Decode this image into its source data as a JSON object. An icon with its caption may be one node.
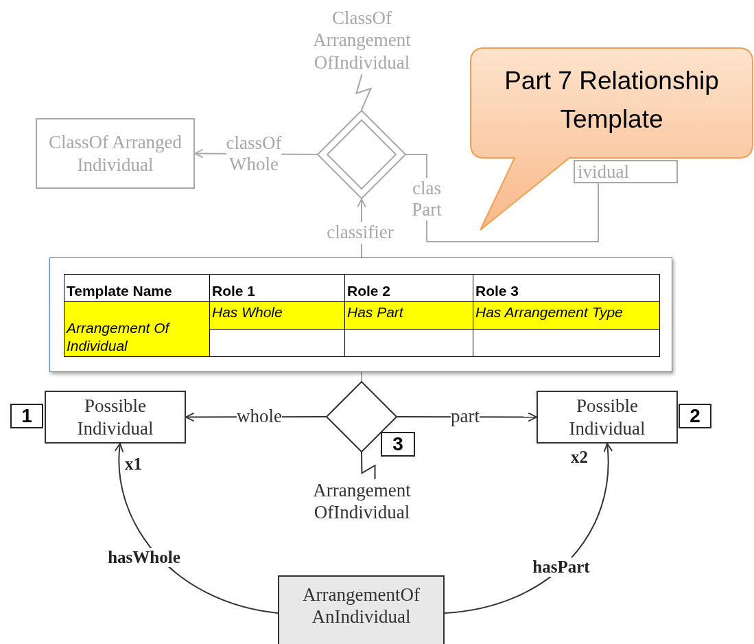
{
  "diagram": {
    "nodes": [
      {
        "text": [
          "ClassOf Arrangement OfIndividual"
        ]
      },
      {
        "text": [
          "ClassOf Arranged Individual"
        ]
      },
      {
        "text": [],
        "shape": "diamond"
      },
      {
        "text": [
          "ividual"
        ]
      },
      {
        "text": [],
        "shape": "diamond",
        "beside": [
          "3"
        ]
      },
      {
        "text": [
          "Arrangement OfIndividual"
        ]
      },
      {
        "text": [
          "Possible Individual"
        ],
        "beside": [
          "1",
          "x1"
        ]
      },
      {
        "text": [
          "Possible Individual"
        ],
        "beside": [
          "2",
          "x2"
        ]
      },
      {
        "text": [
          "ArrangementOf AnIndividual"
        ]
      },
      {
        "text": [
          "Part 7 Relationship Template"
        ]
      }
    ],
    "edges": [
      {
        "from": 0,
        "to": 2,
        "arrow": "none",
        "color": "#a8a8a8"
      },
      {
        "from": 2,
        "to": 1,
        "arrow": "to",
        "label": "classOf Whole",
        "color": "#a8a8a8"
      },
      {
        "from": 2,
        "to": 3,
        "arrow": "none",
        "label": "clas Part",
        "color": "#a8a8a8"
      },
      {
        "from": 4,
        "to": 2,
        "arrow": "to",
        "label": "classifier",
        "color": "#a8a8a8"
      },
      {
        "from": 4,
        "to": 6,
        "arrow": "to",
        "label": "whole"
      },
      {
        "from": 4,
        "to": 7,
        "arrow": "to",
        "label": "part"
      },
      {
        "from": 5,
        "to": 4,
        "arrow": "none"
      },
      {
        "from": 8,
        "to": 6,
        "arrow": "to",
        "label": "hasWhole"
      },
      {
        "from": 8,
        "to": 7,
        "arrow": "to",
        "label": "hasPart"
      }
    ],
    "labels": [
      "Template Name",
      "Role 1",
      "Role 2",
      "Role 3",
      "Arrangement Of Individual",
      "Has Whole",
      "Has Part",
      "Has Arrangement Type"
    ]
  }
}
